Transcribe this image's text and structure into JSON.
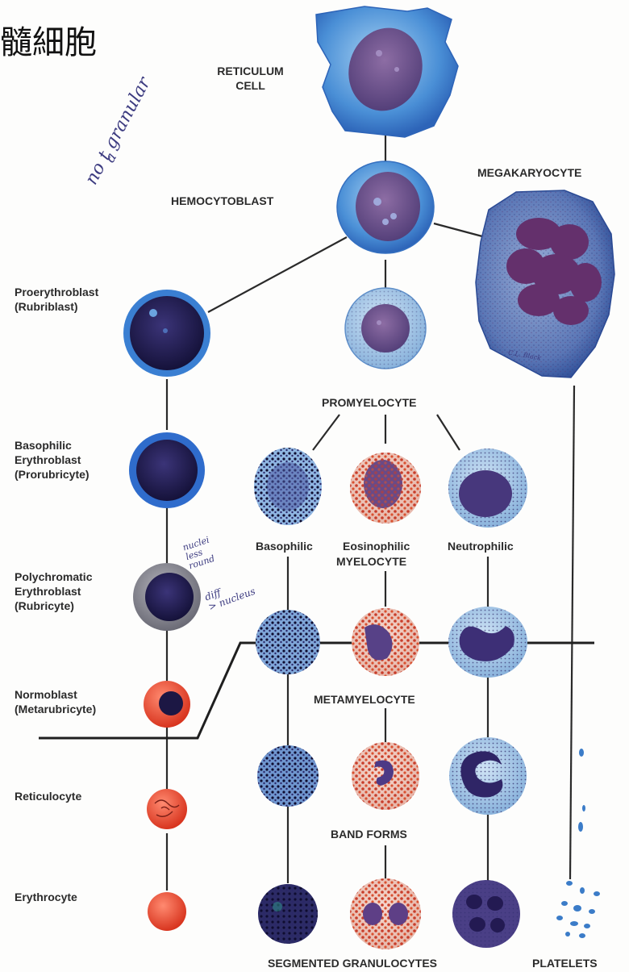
{
  "header": {
    "text": "髓細胞"
  },
  "labels": {
    "reticulum_cell": "RETICULUM\nCELL",
    "hemocytoblast": "HEMOCYTOBLAST",
    "megakaryocyte": "MEGAKARYOCYTE",
    "proerythroblast": "Proerythroblast\n(Rubriblast)",
    "promyelocyte": "PROMYELOCYTE",
    "basophilic_erythroblast": "Basophilic\nErythroblast\n(Prorubricyte)",
    "basophilic": "Basophilic",
    "eosinophilic": "Eosinophilic",
    "neutrophilic": "Neutrophilic",
    "myelocyte": "MYELOCYTE",
    "polychromatic_erythroblast": "Polychromatic\nErythroblast\n(Rubricyte)",
    "normoblast": "Normoblast\n(Metarubricyte)",
    "metamyelocyte": "METAMYELOCYTE",
    "reticulocyte": "Reticulocyte",
    "band_forms": "BAND FORMS",
    "erythrocyte": "Erythrocyte",
    "segmented_granulocytes": "SEGMENTED GRANULOCYTES",
    "platelets": "PLATELETS"
  },
  "annotations": {
    "handwritten_1": "a",
    "handwritten_2": "no t granular",
    "handwritten_3": "nuclei\nless\nround",
    "handwritten_4": "diff\n> nucleus",
    "artist_signature": "C.L. Black"
  },
  "colors": {
    "stem_blue": "#4f95d8",
    "deep_nucleus": "#1f1b4e",
    "stem_nucleus": "#6b4f86",
    "eosinophil_granule": "#c83d2a",
    "erythrocyte_red": "#ec4f3a",
    "line": "#2a2a2a"
  }
}
